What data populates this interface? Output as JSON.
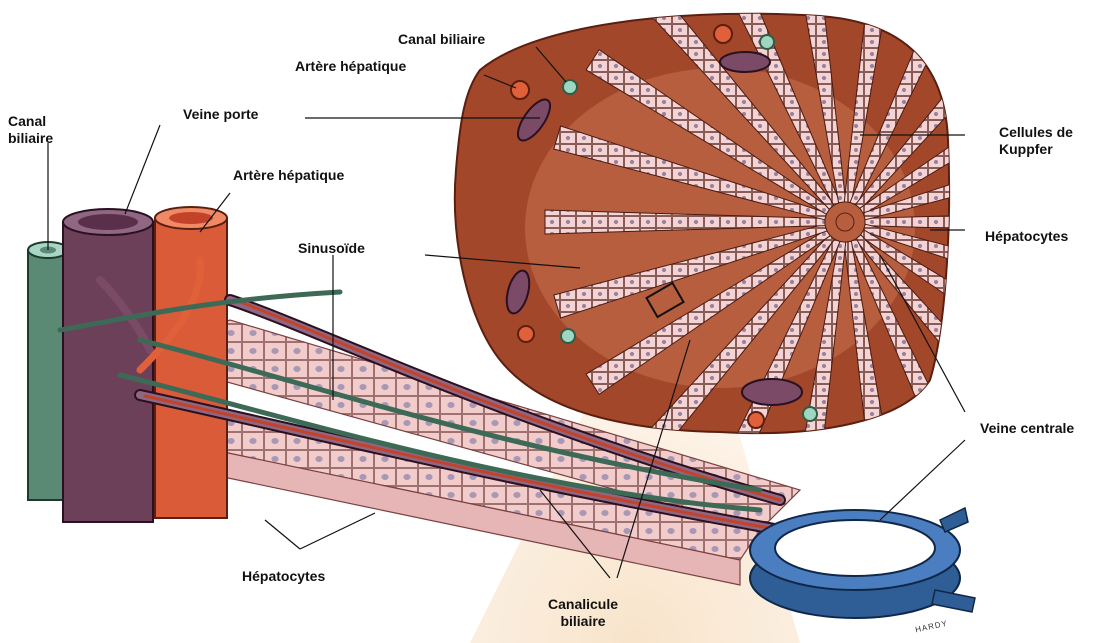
{
  "labels": {
    "canal_biliaire_top": "Canal biliaire",
    "artere_hepatique_top": "Artère hépatique",
    "canal_biliaire_left": "Canal\nbiliaire",
    "veine_porte": "Veine porte",
    "artere_hepatique_left": "Artère hépatique",
    "sinusoide": "Sinusoïde",
    "cellules_kuppfer": "Cellules de\nKuppfer",
    "hepatocytes_right": "Hépatocytes",
    "veine_centrale": "Veine centrale",
    "hepatocytes_bottom": "Hépatocytes",
    "canalicule_biliaire": "Canalicule\nbiliaire"
  },
  "signature": "HARDY",
  "colors": {
    "lobule_connective": "#a2472a",
    "lobule_center": "#b75e3f",
    "hepatocyte": "#f2cbcb",
    "hepatocyte_nucleus": "#a898b5",
    "portal_vein": "#7a4a66",
    "hepatic_artery": "#e0603a",
    "bile_duct": "#5b8a74",
    "central_vein": "#2f5d96",
    "highlight_band": "#f5d6b0"
  }
}
